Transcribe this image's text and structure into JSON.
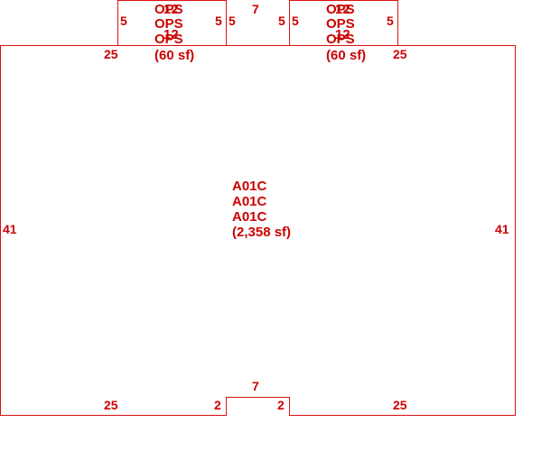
{
  "colors": {
    "line": "#dd1111",
    "text": "#cc0000",
    "background": "#ffffff"
  },
  "main_room": {
    "lines": [
      "A01C",
      "A01C",
      "A01C",
      "(2,358 sf)"
    ],
    "dims": {
      "top_left": "25",
      "top_right": "25",
      "left": "41",
      "right": "41",
      "bottom_left": "25",
      "bottom_right": "25",
      "notch_width": "7",
      "notch_left": "2",
      "notch_right": "2"
    }
  },
  "left_room": {
    "overlap_lines": [
      "OPS",
      "12"
    ],
    "lines": [
      "OPS",
      "OPS",
      "(60 sf)"
    ],
    "dims": {
      "left": "5",
      "right": "5"
    }
  },
  "right_room": {
    "overlap_lines": [
      "OPS",
      "12"
    ],
    "lines": [
      "OPS",
      "OPS",
      "(60 sf)"
    ],
    "dims": {
      "left": "5",
      "right": "5"
    }
  },
  "gap_width": "7",
  "gap_left": "5",
  "gap_right": "5"
}
